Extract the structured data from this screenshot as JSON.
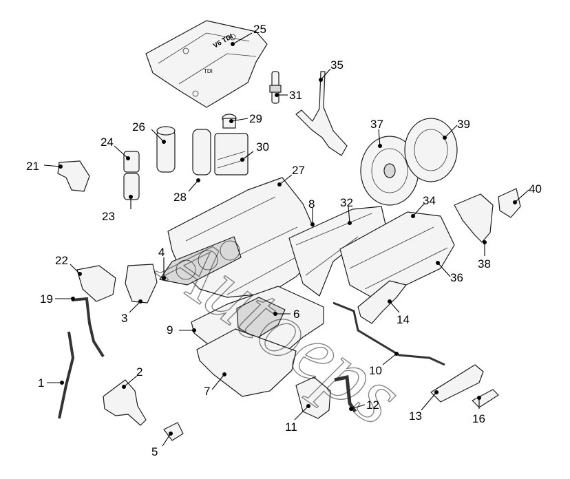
{
  "diagram": {
    "callouts": [
      "1",
      "2",
      "3",
      "4",
      "5",
      "6",
      "7",
      "8",
      "9",
      "10",
      "11",
      "12",
      "13",
      "14",
      "16",
      "19",
      "21",
      "22",
      "23",
      "24",
      "25",
      "26",
      "27",
      "28",
      "29",
      "30",
      "31",
      "32",
      "34",
      "35",
      "36",
      "37",
      "38",
      "39",
      "40"
    ],
    "cover_badge": "TDI",
    "cover_script": "V6 TDI",
    "watermark": "Autoeps"
  }
}
